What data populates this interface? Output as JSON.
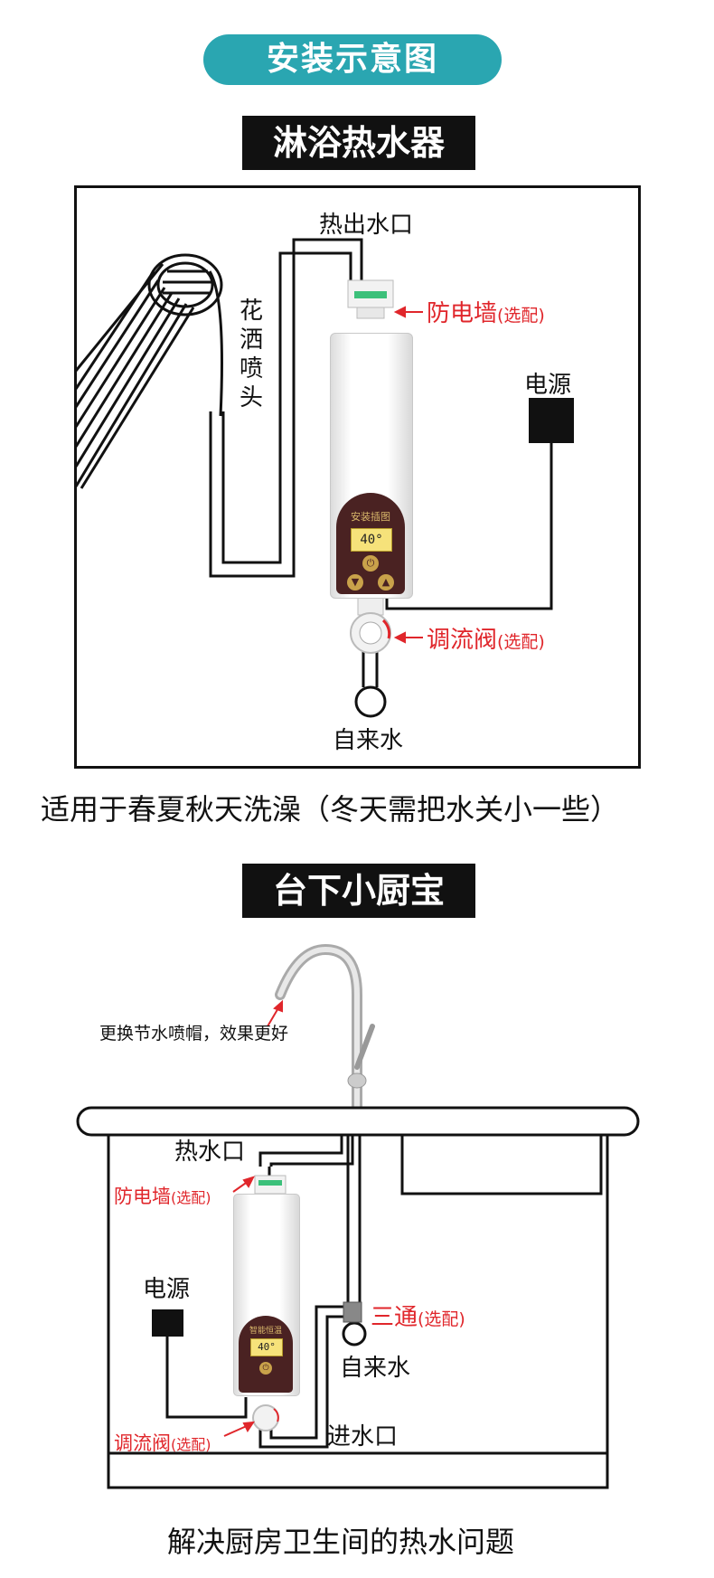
{
  "header": {
    "title": "安装示意图"
  },
  "shower": {
    "title": "淋浴热水器",
    "hot_outlet": "热出水口",
    "shower_head": [
      "花",
      "洒",
      "喷",
      "头"
    ],
    "anti_shock": "防电墙",
    "optional": "(选配)",
    "power": "电源",
    "flow_valve": "调流阀",
    "tap_water": "自来水",
    "caption": "适用于春夏秋天洗澡（冬天需把水关小一些）",
    "display": "40°",
    "brand": "安装插图"
  },
  "kitchen": {
    "title": "台下小厨宝",
    "nozzle_tip": "更换节水喷帽，效果更好",
    "hot_outlet": "热水口",
    "anti_shock": "防电墙",
    "optional": "(选配)",
    "power": "电源",
    "tee": "三通",
    "tap_water": "自来水",
    "flow_valve": "调流阀",
    "inlet": "进水口",
    "caption": "解决厨房卫生间的热水问题",
    "display": "40°",
    "brand": "智能恒温"
  },
  "colors": {
    "accent": "#2aa6b1",
    "label_red": "#e0262b",
    "panel_brown": "#4a2222"
  }
}
